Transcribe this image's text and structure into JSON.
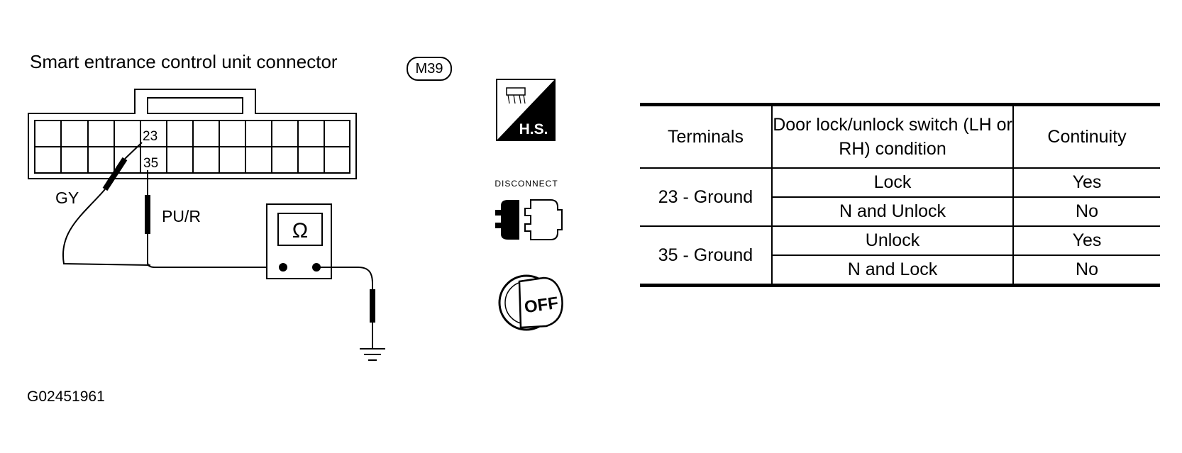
{
  "header": {
    "title": "Smart entrance control unit connector",
    "connector_badge": "M39"
  },
  "connector": {
    "terminal_a": "23",
    "terminal_b": "35",
    "wire_a_color": "GY",
    "wire_b_color": "PU/R",
    "meter_symbol": "Ω"
  },
  "icons": {
    "harness_side_label": "H.S.",
    "disconnect_label": "DISCONNECT",
    "ignition_label": "OFF"
  },
  "table": {
    "headers": [
      "Terminals",
      "Door lock/unlock switch (LH or RH) condition",
      "Continuity"
    ],
    "groups": [
      {
        "terminals": "23 - Ground",
        "rows": [
          {
            "condition": "Lock",
            "continuity": "Yes"
          },
          {
            "condition": "N and Unlock",
            "continuity": "No"
          }
        ]
      },
      {
        "terminals": "35 - Ground",
        "rows": [
          {
            "condition": "Unlock",
            "continuity": "Yes"
          },
          {
            "condition": "N and Lock",
            "continuity": "No"
          }
        ]
      }
    ]
  },
  "footer": {
    "figure_id": "G02451961"
  }
}
